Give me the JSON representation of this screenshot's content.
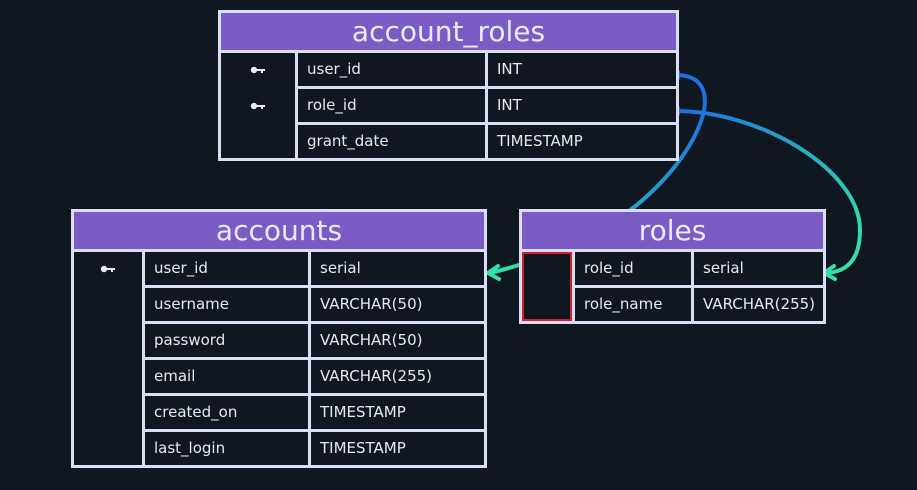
{
  "tables": {
    "account_roles": {
      "title": "account_roles",
      "columns": [
        {
          "name": "user_id",
          "type": "INT",
          "key": true
        },
        {
          "name": "role_id",
          "type": "INT",
          "key": true
        },
        {
          "name": "grant_date",
          "type": "TIMESTAMP",
          "key": false
        }
      ]
    },
    "accounts": {
      "title": "accounts",
      "columns": [
        {
          "name": "user_id",
          "type": "serial",
          "key": true
        },
        {
          "name": "username",
          "type": "VARCHAR(50)",
          "key": false
        },
        {
          "name": "password",
          "type": "VARCHAR(50)",
          "key": false
        },
        {
          "name": "email",
          "type": "VARCHAR(255)",
          "key": false
        },
        {
          "name": "created_on",
          "type": "TIMESTAMP",
          "key": false
        },
        {
          "name": "last_login",
          "type": "TIMESTAMP",
          "key": false
        }
      ]
    },
    "roles": {
      "title": "roles",
      "columns": [
        {
          "name": "role_id",
          "type": "serial",
          "key": false
        },
        {
          "name": "role_name",
          "type": "VARCHAR(255)",
          "key": false
        }
      ]
    }
  },
  "relationships": [
    {
      "from": "account_roles.user_id",
      "to": "accounts.user_id"
    },
    {
      "from": "account_roles.role_id",
      "to": "roles.role_id"
    }
  ],
  "colors": {
    "background": "#0f1820",
    "table_border": "#dcdcf4",
    "header": "#7a5cc4",
    "link_start": "#1f6fe0",
    "link_end": "#33e0a8",
    "selected_outline": "#d0202a"
  }
}
